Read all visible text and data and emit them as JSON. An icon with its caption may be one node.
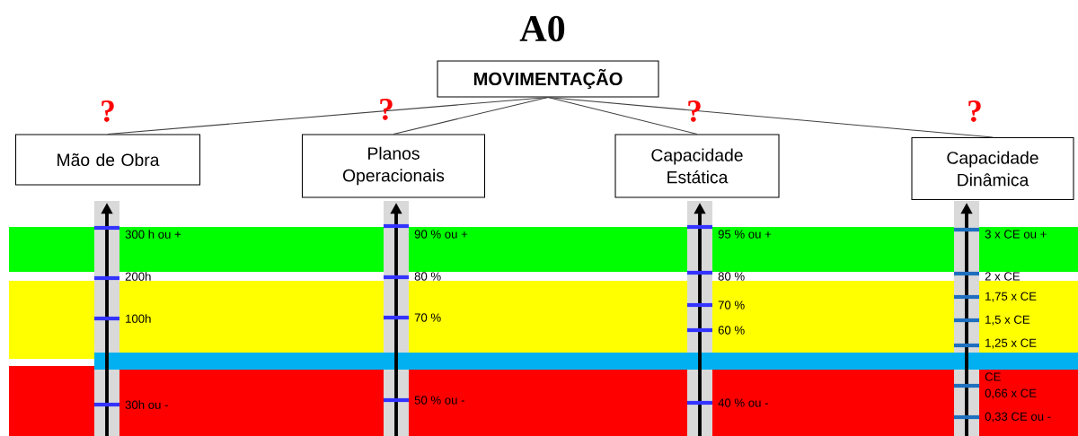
{
  "diagram": {
    "title": "A0",
    "nodes": [
      {
        "text": [
          "MOVIMENTAÇÃO"
        ]
      },
      {
        "text": [
          "Mão de Obra"
        ]
      },
      {
        "text": [
          "Planos Operacionais"
        ]
      },
      {
        "text": [
          "Capacidade Estática"
        ]
      },
      {
        "text": [
          "Capacidade Dinâmica"
        ]
      }
    ],
    "edges": [
      {
        "from": 0,
        "to": 1,
        "arrow": "none"
      },
      {
        "from": 0,
        "to": 2,
        "arrow": "none"
      },
      {
        "from": 0,
        "to": 3,
        "arrow": "none"
      },
      {
        "from": 0,
        "to": 4,
        "arrow": "none"
      }
    ],
    "labels": [
      "?",
      "?",
      "?",
      "?",
      "300 h ou +",
      "200h",
      "100h",
      "30h ou -",
      "90 % ou +",
      "80 %",
      "70 %",
      "50 % ou -",
      "95 % ou +",
      "80 %",
      "70 %",
      "60 %",
      "40 % ou -",
      "3 x CE ou +",
      "2 x CE",
      "1,75 x CE",
      "1,5 x CE",
      "1,25 x CE",
      "CE",
      "0,66 x CE",
      "0,33 CE ou -"
    ]
  }
}
